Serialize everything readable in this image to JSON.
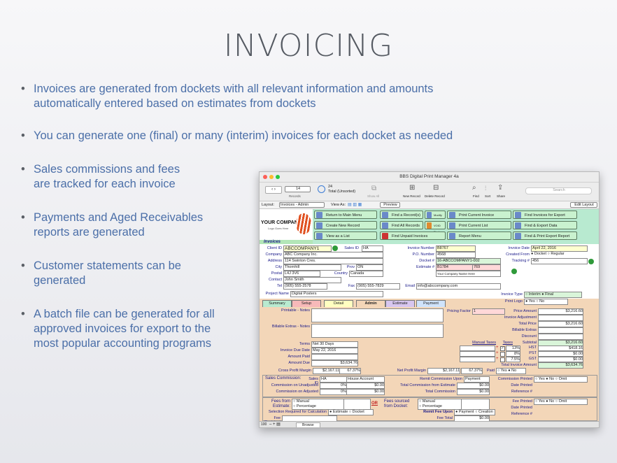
{
  "slide": {
    "title": "INVOICING",
    "bullets": [
      {
        "lines": [
          "Invoices are generated from dockets with all relevant information and amounts",
          "automatically entered based on estimates from dockets"
        ]
      },
      {
        "lines": [
          "You can generate one (final) or many (interim) invoices for each docket as needed"
        ]
      },
      {
        "lines": [
          "Sales commissions and fees",
          "are tracked for each invoice"
        ]
      },
      {
        "lines": [
          "Payments and Aged Receivables",
          "reports are generated"
        ]
      },
      {
        "lines": [
          "Customer statements can be",
          "generated"
        ]
      },
      {
        "lines": [
          "A batch file can be generated for all",
          "approved invoices for export to the",
          "most popular accounting programs"
        ]
      }
    ],
    "bullet_glyph": "•"
  },
  "app": {
    "window_title": "BBS Digital Print Manager 4a",
    "records": {
      "value": "14",
      "label": "Records"
    },
    "total": {
      "count": "24",
      "label": "Total (Unsorted)"
    },
    "toolbar": [
      "Show All",
      "New Record",
      "Delete Record",
      "Find",
      "Sort",
      "Share"
    ],
    "search_placeholder": "Search",
    "layout_label": "Layout:",
    "layout_value": "Invoices - Admin",
    "view_as": "View As:",
    "preview": "Preview",
    "edit_layout": "Edit Layout",
    "logo_line1": "YOUR COMPANY",
    "logo_line2": "Logo Goes Here",
    "section_name": "Invoices",
    "buttons": [
      "Return to Main Menu",
      "Find a Record(s)",
      "Modify Last Find",
      "Print Current Invoice",
      "Find Invoices for Export",
      "Create New Record",
      "Find All Records",
      "VOID Record",
      "Print Current List",
      "Find & Export Data",
      "View as a List",
      "Find Unpaid Invoices",
      "Report Menu",
      "Find & Print Export Report"
    ],
    "client": {
      "client_id_label": "Client ID",
      "client_id": "ABCCOMPANY1",
      "sales_id_label": "Sales ID",
      "sales_id": "HA",
      "company_label": "Company",
      "company": "ABC Company Inc.",
      "address_label": "Address",
      "address": "114 Swinton Cres.",
      "city_label": "City",
      "city": "Thornhill",
      "prov_label": "Prov",
      "prov": "ON",
      "postal_label": "Postal",
      "postal": "L4J 3V6",
      "country_label": "Country",
      "country": "Canada",
      "contact_label": "Contact",
      "contact": "John Smith",
      "tel_label": "Tel",
      "tel": "(905) 555-2578",
      "fax_label": "Fax",
      "fax": "(905) 555-7829",
      "project_label": "Project Name",
      "project": "Digital Posters"
    },
    "invoice": {
      "number_label": "Invoice Number",
      "number": "B8767",
      "po_label": "P.O. Number",
      "po": "4568",
      "docket_label": "Docket #",
      "docket": "16-ABCCOMPANY1-002",
      "estimate_label": "Estimate #",
      "estimate": "B1784",
      "estimate_b": "769",
      "company_name": "Your Company Name Here",
      "email_label": "Email",
      "email": "info@abccompany.com",
      "date_label": "Invoice Date",
      "date": "April 22, 2016",
      "created_label": "Created From",
      "created_opt1": "Docket",
      "created_opt2": "Regular",
      "tracking_label": "Tracking #",
      "tracking": "456",
      "type_label": "Invoice Type",
      "type_opt1": "Interim",
      "type_opt2": "Final",
      "logo_label": "Print Logo",
      "logo_opt1": "Yes",
      "logo_opt2": "No"
    },
    "tabs": [
      "Summary",
      "Setup",
      "Detail",
      "Admin",
      "Estimate",
      "Payment"
    ],
    "admin": {
      "printable_notes": "Printable - Notes",
      "billable_notes": "Billable Extras - Notes",
      "pricing_factor": "Pricing Factor",
      "pricing_factor_val": "1",
      "price_labels": [
        "Price Amount",
        "Invoice Adjustment",
        "Total Price",
        "Billable Extras",
        "Discount",
        "Subtotal"
      ],
      "price_values": [
        "$3,216.60",
        "",
        "$3,216.60",
        "",
        "",
        "$3,216.60"
      ],
      "manual_taxes": "Manual Taxes",
      "taxes": "Taxes",
      "tax_rates": [
        "13%",
        "8%",
        "7.5%"
      ],
      "tax_names": [
        "HST",
        "PST",
        "GST"
      ],
      "tax_values": [
        "$418.16",
        "$0.00",
        "$0.00"
      ],
      "total_invoice_label": "Total Invoice Amount",
      "total_invoice": "$3,634.76",
      "terms_label": "Terms",
      "terms": "Net 30 Days",
      "due_label": "Invoice Due Date",
      "due": "May 22, 2016",
      "paid_label": "Amount Paid",
      "paid": "",
      "amount_due_label": "Amount Due",
      "amount_due": "$3,634.76",
      "gpm_label": "Cross Profit Margin",
      "gpm": "$2,167.11",
      "gpm_pct": "67.37%",
      "npm_label": "Net Profit Margin",
      "npm": "$2,167.11",
      "npm_pct": "67.37%",
      "paid_flag": "Paid",
      "paid_yes": "Yes",
      "paid_no": "No"
    },
    "commission": {
      "title": "Sales Commission:",
      "sales_id_label": "Sales ID",
      "sales_id": "HA",
      "house": "House Account",
      "unadjusted_label": "Commission on Unadjusted",
      "unadjusted_pct": "0%",
      "unadjusted_val": "$0.00",
      "adjusted_label": "Commission on Adjusted",
      "adjusted_pct": "0%",
      "adjusted_val": "$0.00",
      "remit_label": "Remit Commission Upon",
      "remit": "Payment",
      "from_est_label": "Total Commission from Estimate",
      "from_est": "$0.00",
      "total_label": "Total Commission",
      "total": "$0.00",
      "printed_label": "Commission Printed",
      "opts": [
        "Yes",
        "No",
        "Omit"
      ],
      "date_label": "Date Printed",
      "ref_label": "Reference #"
    },
    "fees": {
      "from_label": "Fees from Estimate:",
      "or": "OR",
      "sourced_label": "Fees sourced from Docket:",
      "manual": "Manual",
      "percentage": "Percentage",
      "selection_label": "Selection Required for Calculation",
      "sel_opt1": "Estimate",
      "sel_opt2": "Docket",
      "remit_label": "Remit Fee Upon",
      "remit_opt1": "Payment",
      "remit_opt2": "Creation",
      "recipient_label": "Fee Recipient",
      "fee_total_label": "Fee Total",
      "fee_total": "$0.00",
      "printed_label": "Fee Printed",
      "date_label": "Date Printed",
      "ref_label": "Reference #"
    },
    "status": {
      "zoom": "100",
      "mode": "Browse"
    }
  },
  "colors": {
    "bullet_text": "#4b6fa8",
    "title": "#555a62",
    "form_bg": "#f3d6b8",
    "button_green": "#c9f2cf"
  }
}
